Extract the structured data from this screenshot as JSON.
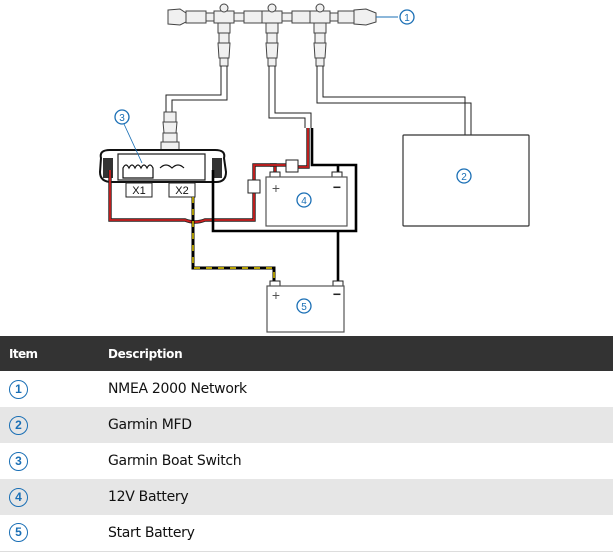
{
  "diagram": {
    "callouts": {
      "network": "1",
      "mfd": "2",
      "boat_switch": "3",
      "battery_12v": "4",
      "start_battery": "5"
    },
    "boat_switch_ports": [
      "X1",
      "X2"
    ],
    "battery_terminals": {
      "positive": "+",
      "negative": "−"
    },
    "colors": {
      "callout": "#1a6fb5",
      "power_wire": "#cc1f1f",
      "ground_wire": "#000000",
      "ignition_wire": "#f2d600"
    }
  },
  "legend": {
    "headers": {
      "item": "Item",
      "description": "Description"
    },
    "rows": [
      {
        "item": "1",
        "description": "NMEA 2000 Network"
      },
      {
        "item": "2",
        "description": "Garmin MFD"
      },
      {
        "item": "3",
        "description": "Garmin Boat Switch"
      },
      {
        "item": "4",
        "description": "12V Battery"
      },
      {
        "item": "5",
        "description": "Start Battery"
      }
    ]
  }
}
